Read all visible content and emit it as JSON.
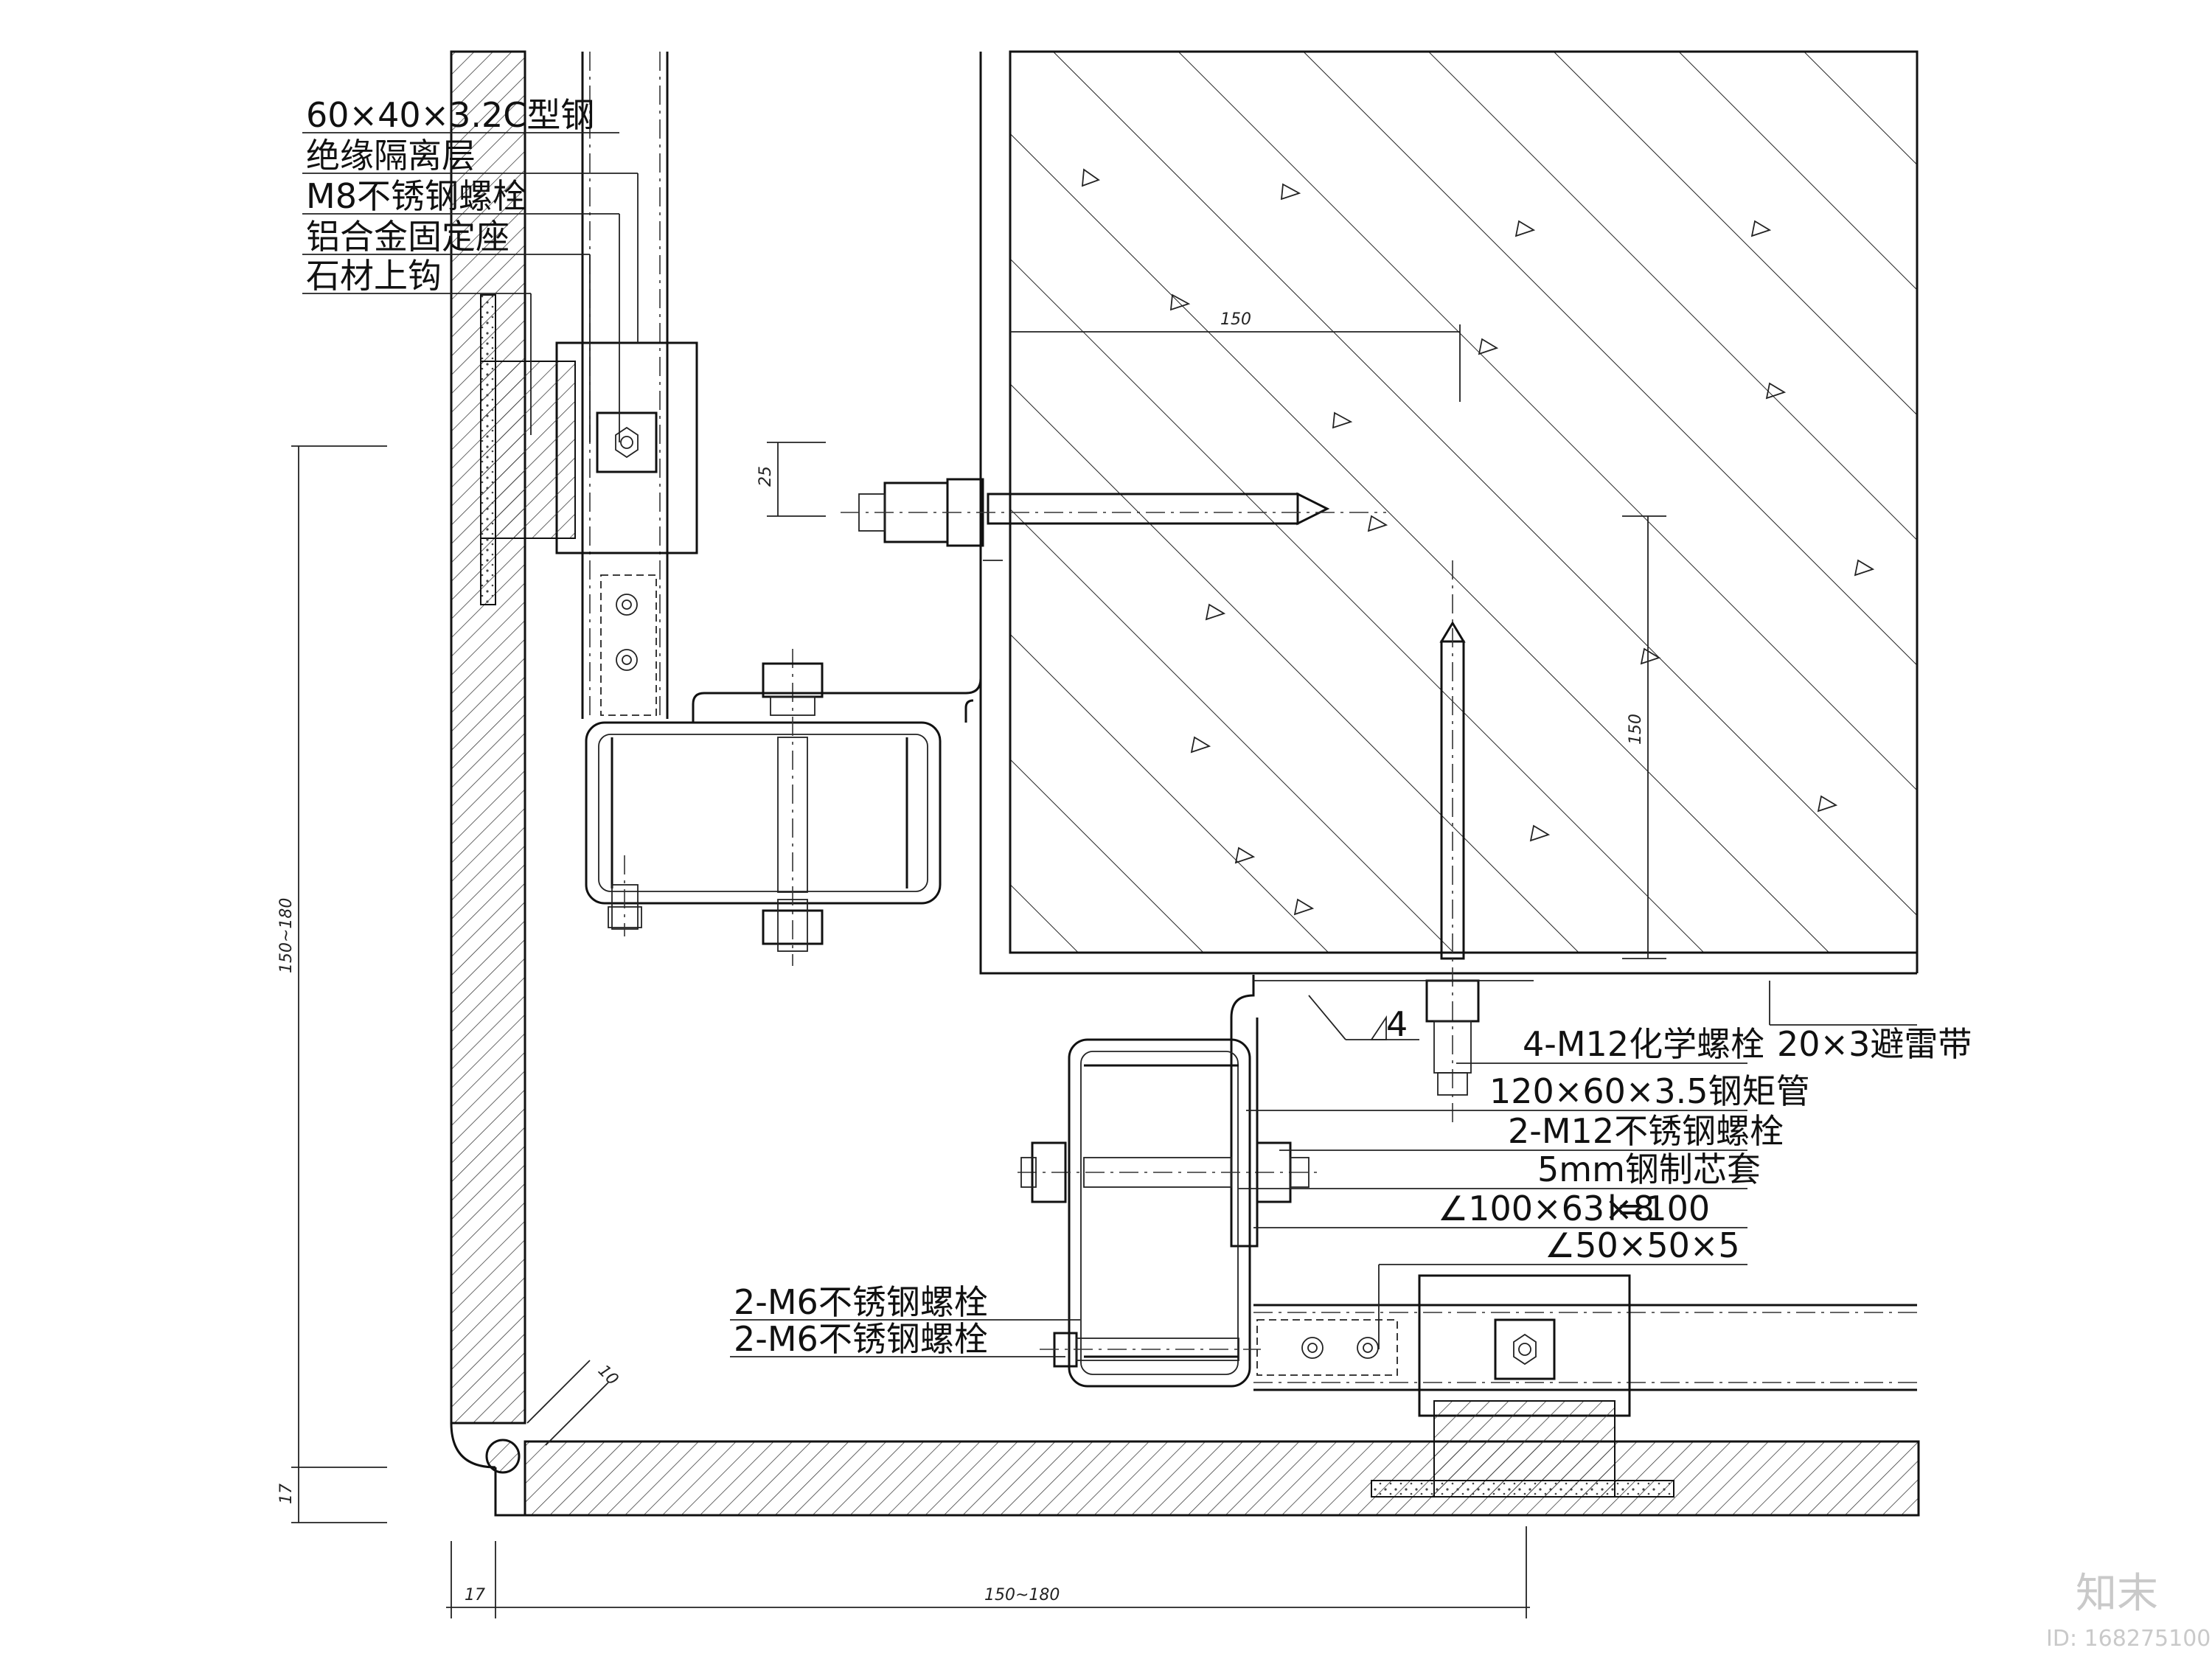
{
  "labels_left": [
    "60×40×3.2C型钢",
    "绝缘隔离层",
    "M8不锈钢螺栓",
    "铝合金固定座",
    "石材上钩"
  ],
  "labels_right": [
    "4-M12化学螺栓",
    "120×60×3.5钢矩管",
    "2-M12不锈钢螺栓",
    "5mm钢制芯套",
    "∠100×63×8",
    "l=100",
    "∠50×50×5"
  ],
  "labels_bottom_left": [
    "2-M6不锈钢螺栓",
    "2-M6不锈钢螺栓"
  ],
  "label_lightning": "20×3避雷带",
  "weld_symbol": "4",
  "dimensions": {
    "top_150": "150",
    "right_150": "150",
    "dim_25": "25",
    "left_150_180": "150~180",
    "left_17": "17",
    "bottom_17": "17",
    "bottom_150_180": "150~180",
    "dim_10": "10"
  },
  "watermark": {
    "brand": "知末",
    "id": "ID: 168275100"
  }
}
